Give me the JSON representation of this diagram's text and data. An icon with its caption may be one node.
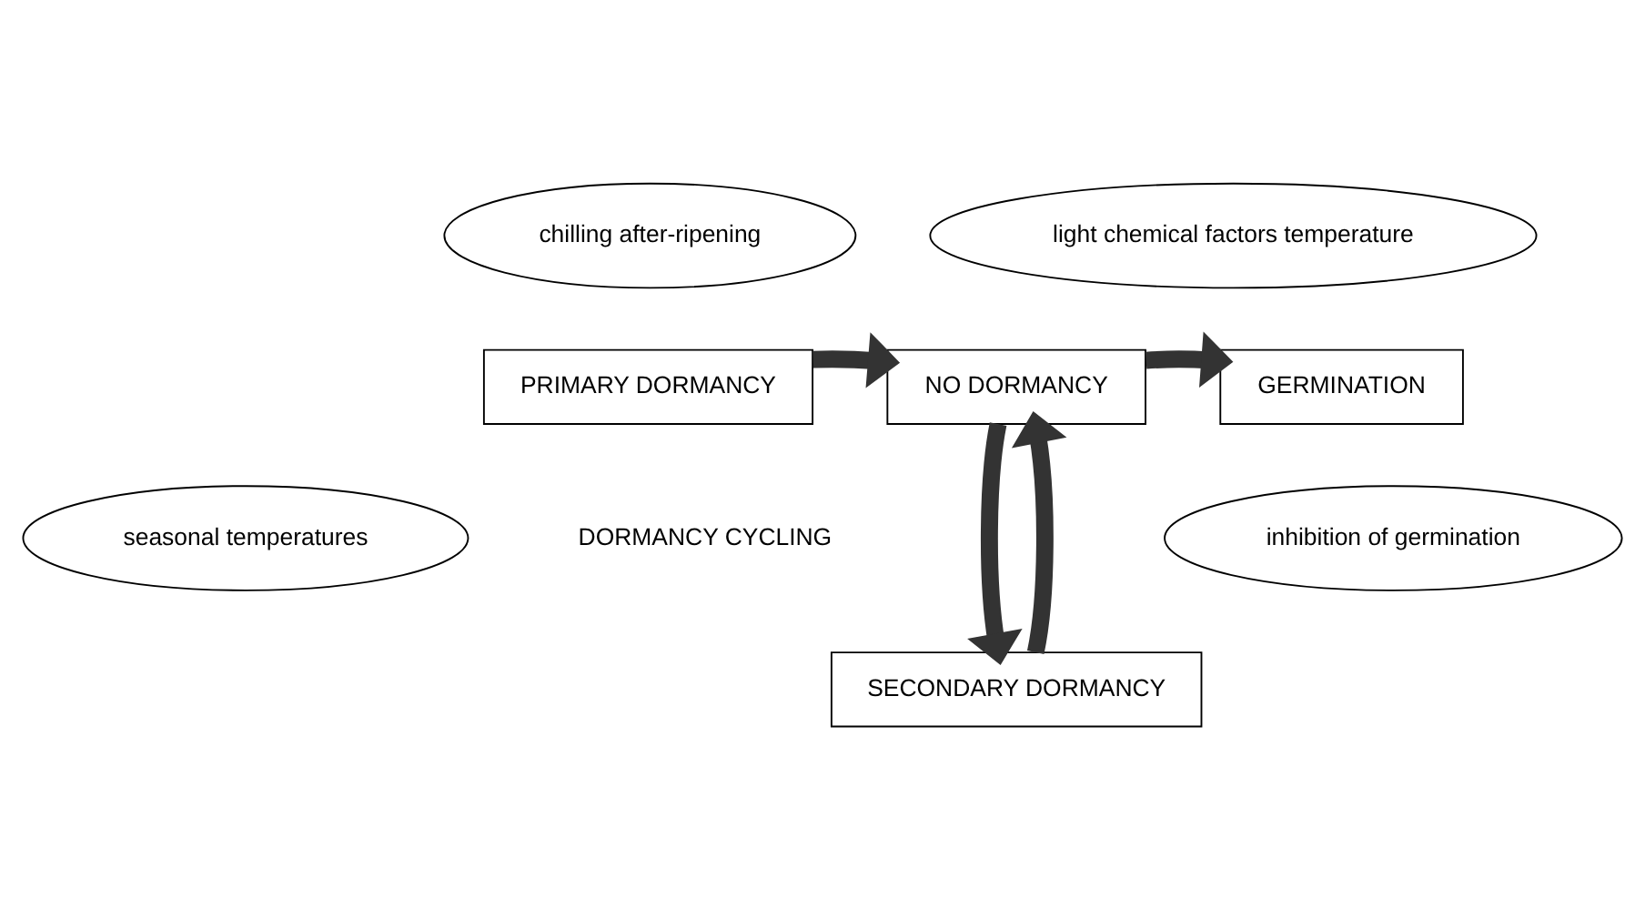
{
  "diagram": {
    "nodes": [
      {
        "text": [
          "PRIMARY DORMANCY"
        ]
      },
      {
        "text": [
          "NO DORMANCY"
        ]
      },
      {
        "text": [
          "GERMINATION"
        ]
      },
      {
        "text": [
          "SECONDARY DORMANCY"
        ]
      },
      {
        "text": [
          "chilling after-ripening"
        ]
      },
      {
        "text": [
          "light chemical factors temperature"
        ]
      },
      {
        "text": [
          "seasonal temperatures"
        ]
      },
      {
        "text": [
          "inhibition of germination"
        ]
      }
    ],
    "edges": [
      {
        "from": 0,
        "to": 1,
        "arrow": "to"
      },
      {
        "from": 1,
        "to": 2,
        "arrow": "to"
      },
      {
        "from": 3,
        "to": 1,
        "arrow": "to"
      },
      {
        "from": 1,
        "to": 3,
        "arrow": "to"
      }
    ],
    "labels": [
      "DORMANCY CYCLING"
    ]
  }
}
